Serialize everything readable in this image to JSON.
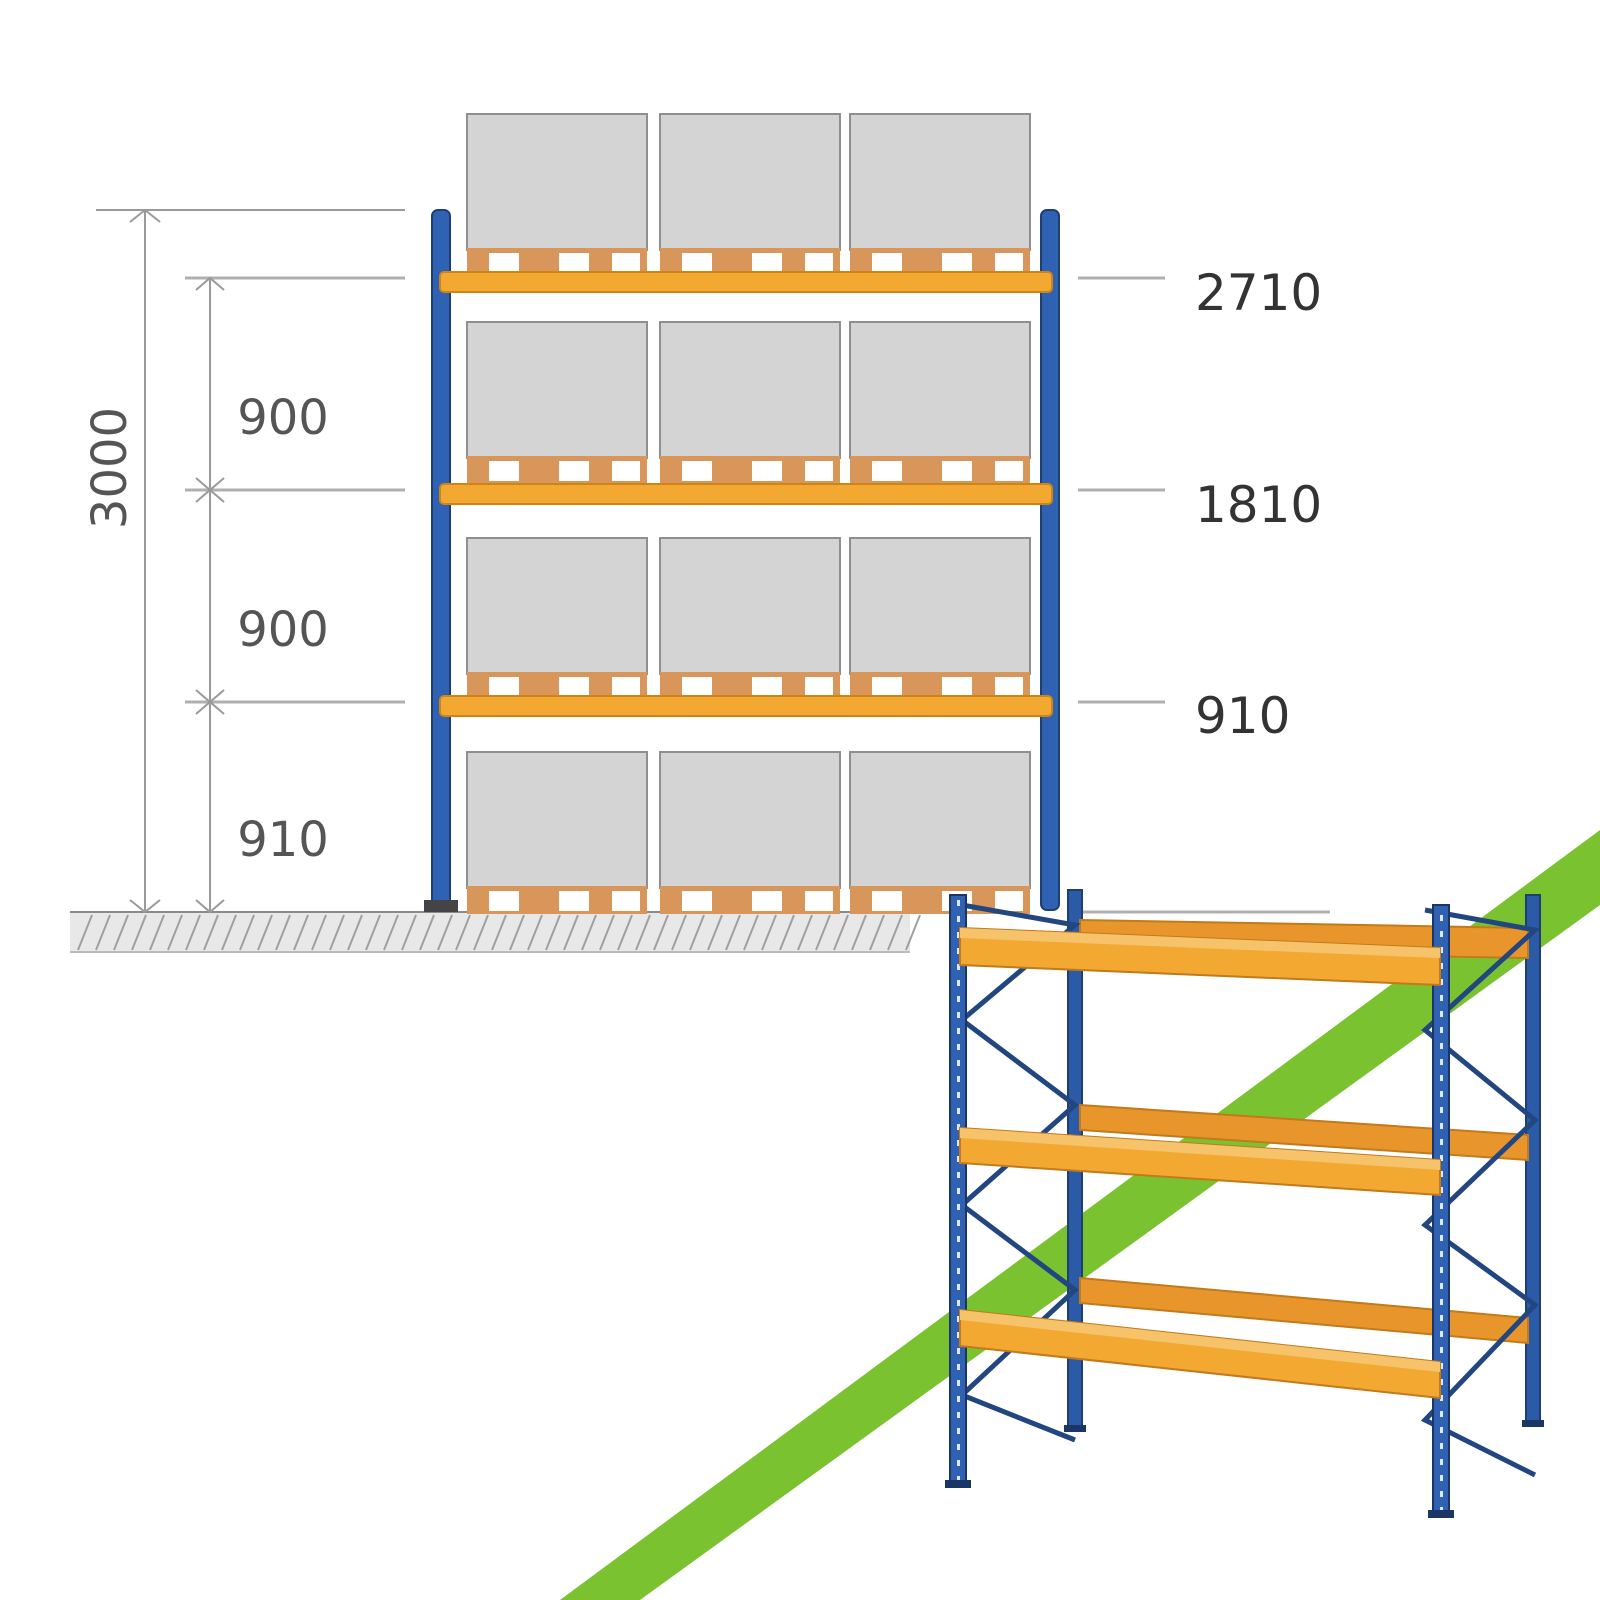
{
  "colors": {
    "upright": "#2f62b3",
    "upright_dark": "#1f3f73",
    "beam": "#f3a832",
    "beam_dark": "#cf8418",
    "box": "#d4d4d4",
    "box_edge": "#8f8f8f",
    "pallet": "#d9965a",
    "ground_hatch": "#9a9a9a",
    "stripe": "#7bc230"
  },
  "dimensions": {
    "overall_height": "3000",
    "gaps": [
      "900",
      "900",
      "910"
    ]
  },
  "beam_levels": [
    "2710",
    "1810",
    "910"
  ],
  "pallet_grid": {
    "rows": 4,
    "columns": 3
  },
  "rack_3d": {
    "beam_levels": 3,
    "bays": 1
  }
}
